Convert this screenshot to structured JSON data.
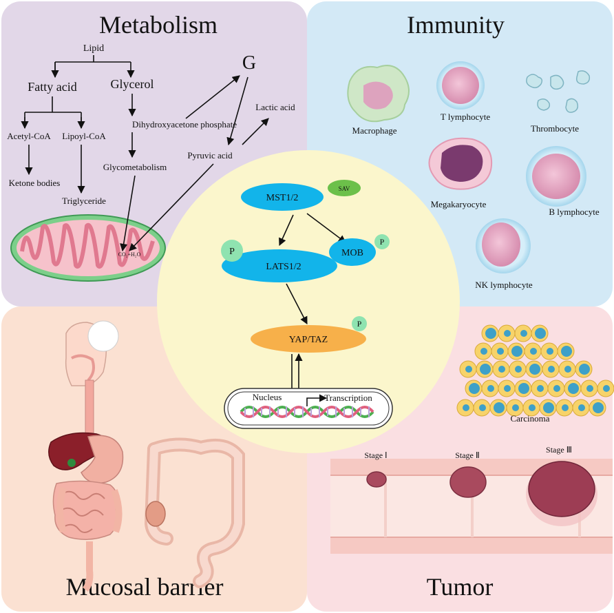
{
  "quadrants": {
    "metabolism": "Metabolism",
    "immunity": "Immunity",
    "mucosal": "Mucosal barrier",
    "tumor": "Tumor"
  },
  "metabolism": {
    "lipid": "Lipid",
    "fatty_acid": "Fatty acid",
    "glycerol": "Glycerol",
    "g": "G",
    "lactic_acid": "Lactic acid",
    "dhap": "Dihydroxyacetone phosphate",
    "acetyl_coa": "Acetyl-CoA",
    "lipoyl_coa": "Lipoyl-CoA",
    "pyruvic_acid": "Pyruvic acid",
    "glycometabolism": "Glycometabolism",
    "ketone_bodies": "Ketone bodies",
    "triglyceride": "Triglyceride",
    "co2_h2o": "CO₂+H₂O"
  },
  "immunity": {
    "macrophage": "Macrophage",
    "t_lymphocyte": "T  lymphocyte",
    "thrombocyte": "Thrombocyte",
    "megakaryocyte": "Megakaryocyte",
    "b_lymphocyte": "B  lymphocyte",
    "nk_lymphocyte": "NK  lymphocyte"
  },
  "pathway": {
    "mst": "MST1/2",
    "sav": "SAV",
    "lats": "LATS1/2",
    "mob": "MOB",
    "p": "P",
    "yap": "YAP/TAZ",
    "nucleus": "Nucleus",
    "transcription": "Transcription"
  },
  "tumor": {
    "carcinoma": "Carcinoma",
    "stage1": "Stage Ⅰ",
    "stage2": "Stage Ⅱ",
    "stage3": "Stage Ⅲ"
  },
  "colors": {
    "metabolism_bg": "#e2d7e8",
    "immunity_bg": "#d3e9f6",
    "mucosal_bg": "#fbe1d2",
    "tumor_bg": "#fadfe2",
    "center_bg": "#fbf6cc",
    "mst": "#12b4ea",
    "lats": "#12b4ea",
    "mob": "#12b4ea",
    "sav": "#6cc04a",
    "yap": "#f7b04a",
    "phospho": "#8fe3b0"
  }
}
